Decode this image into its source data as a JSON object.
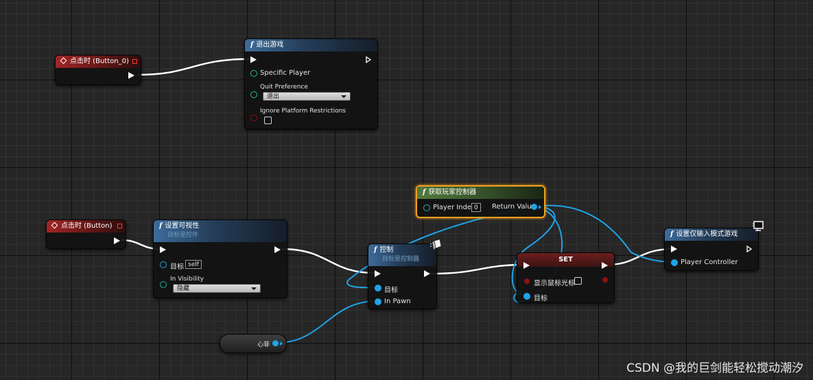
{
  "nodes": {
    "on_clicked_button0": {
      "title": "点击时 (Button_0)"
    },
    "quit_game": {
      "title": "退出游戏",
      "specific_player": "Specific Player",
      "quit_preference_label": "Quit Preference",
      "quit_preference_value": "退出",
      "ignore_platform_label": "Ignore Platform Restrictions"
    },
    "on_clicked_button": {
      "title": "点击时 (Button)"
    },
    "set_visibility": {
      "title": "设置可视性",
      "subtitle": "目标是控件",
      "target_label": "目标",
      "target_value": "self",
      "in_visibility_label": "In Visibility",
      "in_visibility_value": "隐藏"
    },
    "get_player_controller": {
      "title": "获取玩家控制器",
      "player_index_label": "Player Index",
      "player_index_value": "0",
      "return_value_label": "Return Value"
    },
    "possess": {
      "title": "控制",
      "subtitle": "目标是控制器",
      "target_label": "目标",
      "in_pawn_label": "In Pawn"
    },
    "set_show_cursor": {
      "title": "SET",
      "show_cursor_label": "显示鼠标光标",
      "target_label": "目标"
    },
    "set_input_mode": {
      "title": "设置仅输入模式游戏",
      "player_controller_label": "Player Controller"
    },
    "heart_variable": {
      "label": "心菲"
    }
  },
  "watermark": "CSDN @我的巨剑能轻松搅动潮汐",
  "colors": {
    "exec_wire": "#ffffff",
    "object_wire": "#1fa4e8",
    "event_header": "#a12626",
    "function_header": "#3d6c9b",
    "pure_header": "#527a3e",
    "selection": "#f0a020"
  }
}
